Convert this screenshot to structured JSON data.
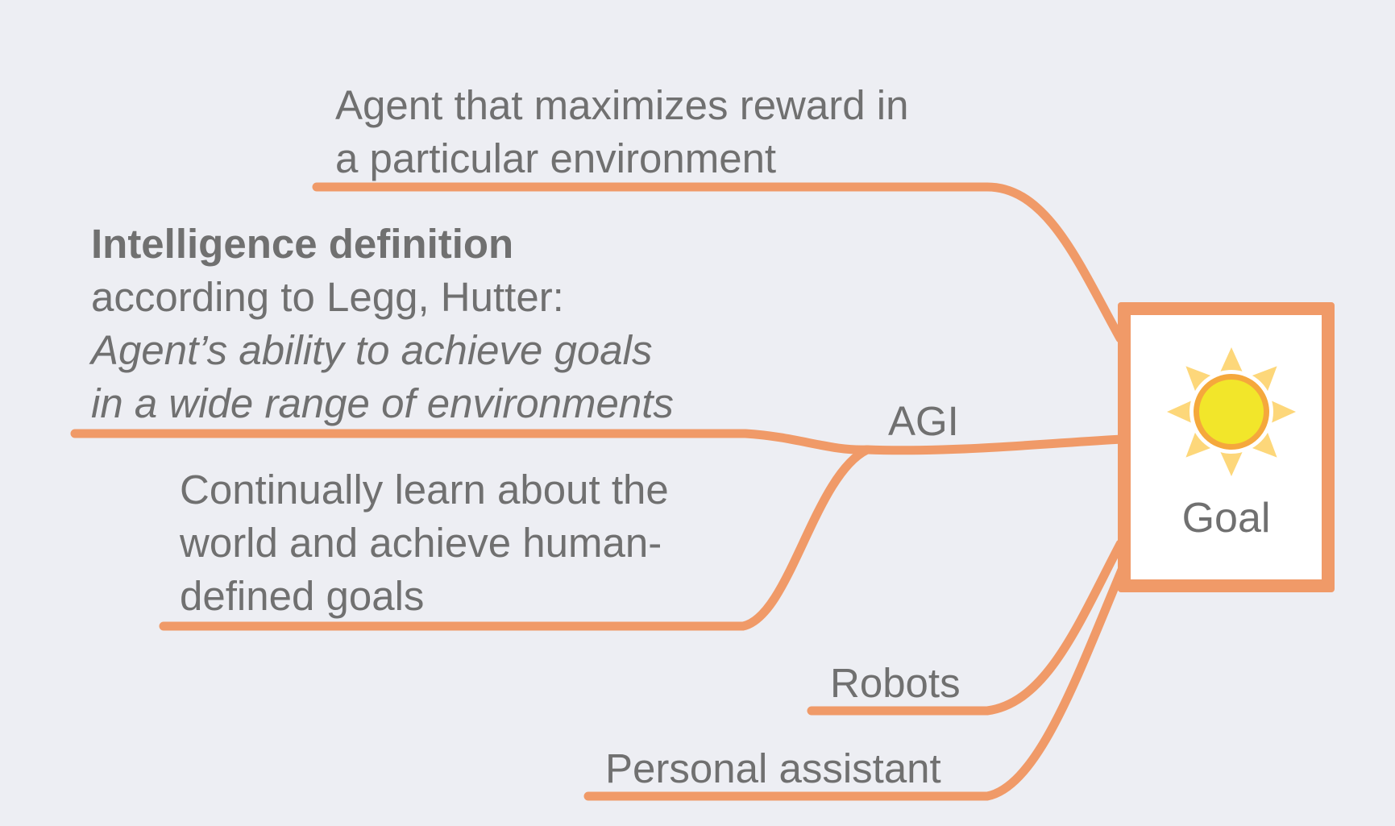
{
  "colors": {
    "background": "#edeef3",
    "branch_line": "#f09a68",
    "text": "#707070",
    "sun_outer": "#fdd77a",
    "sun_ring": "#f5a83c",
    "sun_core": "#f2e62a"
  },
  "central_node": {
    "label": "Goal",
    "icon": "sun-icon"
  },
  "branches": {
    "agi": {
      "label": "AGI",
      "children": {
        "reward_agent": {
          "line1": "Agent that maximizes reward in",
          "line2": "a particular environment"
        },
        "intelligence_definition": {
          "title": "Intelligence definition",
          "line2": "according to Legg, Hutter:",
          "line3": "Agent’s ability to achieve goals",
          "line4": "in a wide range of environments"
        },
        "continual_learning": {
          "line1": "Continually learn about the",
          "line2": "world and achieve human-",
          "line3": "defined goals"
        }
      }
    },
    "robots": {
      "label": "Robots"
    },
    "personal_assistant": {
      "label": "Personal assistant"
    }
  }
}
